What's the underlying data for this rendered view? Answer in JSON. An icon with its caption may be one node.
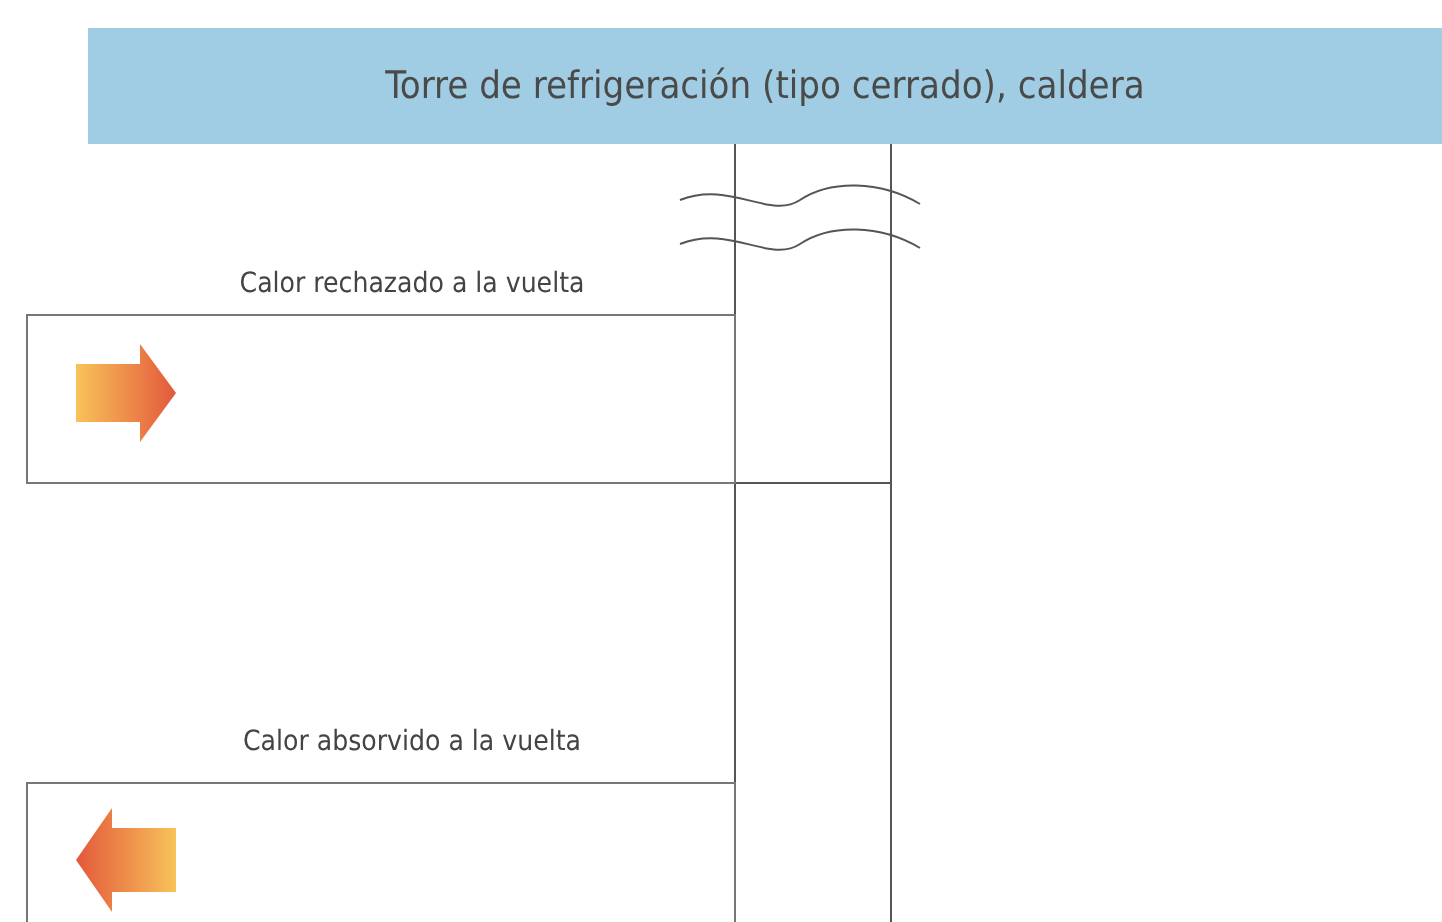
{
  "diagram": {
    "nodes": [
      {
        "text": [
          "Torre de refrigeración (tipo cerrado), caldera"
        ]
      },
      {
        "text": [
          "Calor rechazado a la vuelta"
        ]
      },
      {
        "text": [
          "Calor absorvido a la vuelta"
        ]
      }
    ]
  }
}
